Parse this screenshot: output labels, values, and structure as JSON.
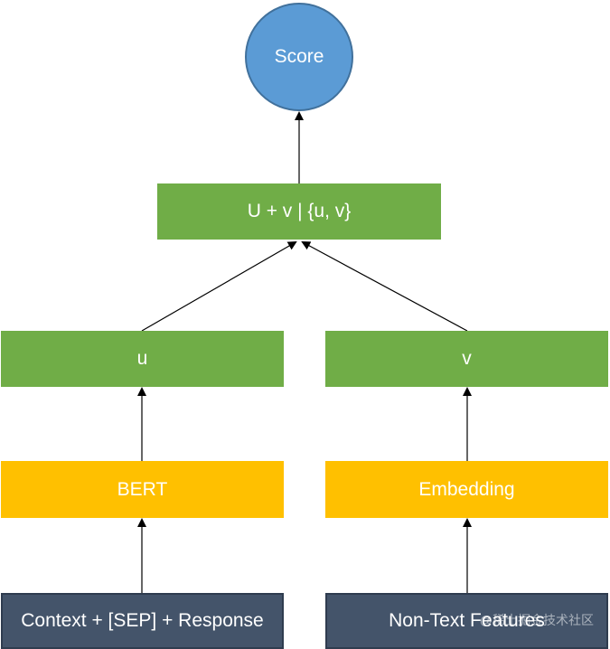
{
  "nodes": {
    "score": "Score",
    "combine": "U + v | {u, v}",
    "u": "u",
    "v": "v",
    "bert": "BERT",
    "embedding": "Embedding",
    "context_input": "Context + [SEP] + Response",
    "features_input": "Non-Text Features"
  },
  "watermark": "@稀土掘金技术社区",
  "colors": {
    "circle": "#5b9bd5",
    "green": "#70ad47",
    "orange": "#ffc000",
    "input": "#44546a"
  }
}
